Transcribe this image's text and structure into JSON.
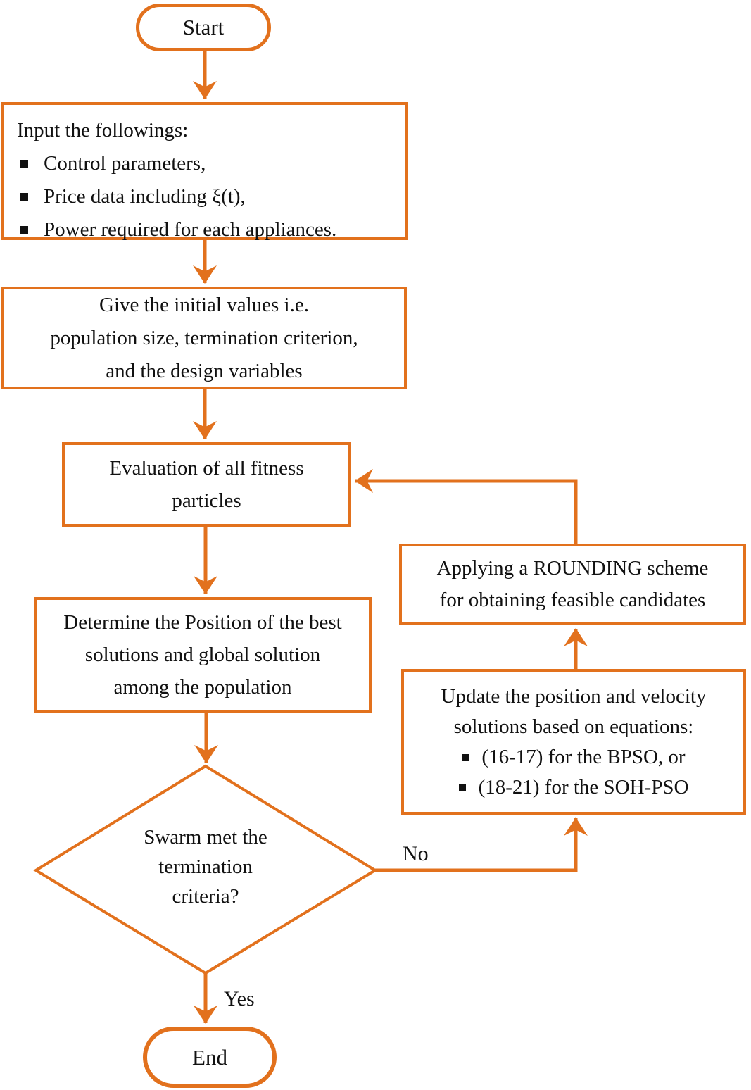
{
  "colors": {
    "accent": "#e2711d",
    "text": "#111111",
    "background": "#ffffff"
  },
  "nodes": {
    "start": {
      "label": "Start"
    },
    "input": {
      "title": "Input the followings:",
      "bullets": [
        "Control parameters,",
        "Price data including ξ(t),",
        "Power required for each appliances."
      ]
    },
    "init": {
      "lines": [
        "Give the initial values i.e.",
        "population size, termination criterion,",
        "and the design variables"
      ]
    },
    "evaluate": {
      "lines": [
        "Evaluation of all fitness",
        "particles"
      ]
    },
    "determine": {
      "lines": [
        "Determine the Position of the best",
        "solutions and global solution",
        "among the population"
      ]
    },
    "rounding": {
      "lines": [
        "Applying a ROUNDING scheme",
        "for obtaining feasible candidates"
      ]
    },
    "update": {
      "lines": [
        "Update the position and velocity",
        "solutions based on equations:"
      ],
      "bullets": [
        "(16-17) for the BPSO, or",
        "(18-21) for the SOH-PSO"
      ]
    },
    "decision": {
      "lines": [
        "Swarm met the",
        "termination",
        "criteria?"
      ]
    },
    "end": {
      "label": "End"
    }
  },
  "edges": {
    "yes_label": "Yes",
    "no_label": "No"
  }
}
